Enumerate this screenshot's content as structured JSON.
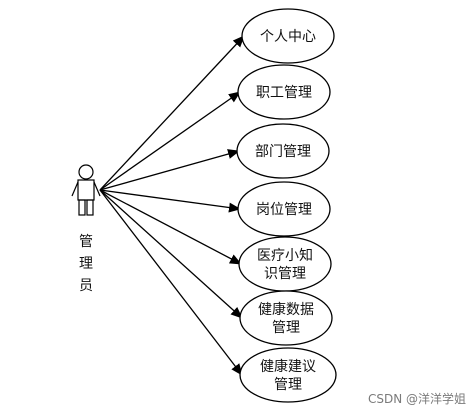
{
  "actor": {
    "label_lines": [
      "管",
      "理",
      "员"
    ]
  },
  "use_cases": [
    {
      "id": "personal-center",
      "lines": [
        "个人中心"
      ]
    },
    {
      "id": "staff-management",
      "lines": [
        "职工管理"
      ]
    },
    {
      "id": "department-management",
      "lines": [
        "部门管理"
      ]
    },
    {
      "id": "position-management",
      "lines": [
        "岗位管理"
      ]
    },
    {
      "id": "medical-knowledge-management",
      "lines": [
        "医疗小知",
        "识管理"
      ]
    },
    {
      "id": "health-data-management",
      "lines": [
        "健康数据",
        "管理"
      ]
    },
    {
      "id": "health-advice-management",
      "lines": [
        "健康建议",
        "管理"
      ]
    }
  ],
  "watermark": "CSDN @洋洋学姐",
  "colors": {
    "stroke": "#000000",
    "text": "#111111",
    "background": "#ffffff"
  }
}
